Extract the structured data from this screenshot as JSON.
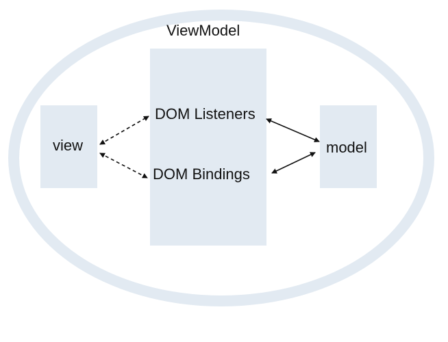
{
  "diagram": {
    "title": "ViewModel",
    "nodes": {
      "view": "view",
      "model": "model",
      "dom_listeners": "DOM Listeners",
      "dom_bindings": "DOM Bindings"
    },
    "edges": [
      {
        "from": "view",
        "to": "dom_listeners",
        "style": "dashed",
        "direction": "both"
      },
      {
        "from": "view",
        "to": "dom_bindings",
        "style": "dashed",
        "direction": "both"
      },
      {
        "from": "dom_listeners",
        "to": "model",
        "style": "solid",
        "direction": "both"
      },
      {
        "from": "dom_bindings",
        "to": "model",
        "style": "solid",
        "direction": "both"
      }
    ],
    "colors": {
      "container_fill": "#e2eaf2",
      "text": "#111111",
      "arrow": "#111111"
    }
  }
}
